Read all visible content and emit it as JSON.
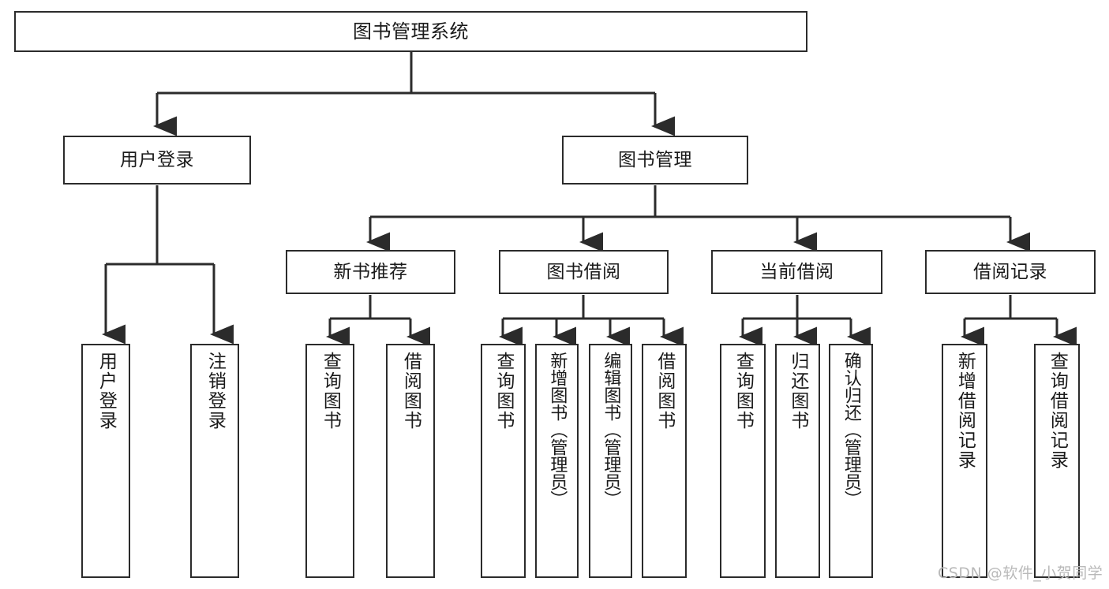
{
  "diagram": {
    "type": "tree-hierarchy",
    "title": "图书管理系统",
    "root": {
      "id": "root",
      "label": "图书管理系统"
    },
    "level1": [
      {
        "id": "user-login",
        "label": "用户登录"
      },
      {
        "id": "book-manage",
        "label": "图书管理"
      }
    ],
    "level2": [
      {
        "id": "new-book-recommend",
        "label": "新书推荐",
        "parent": "book-manage"
      },
      {
        "id": "book-borrow",
        "label": "图书借阅",
        "parent": "book-manage"
      },
      {
        "id": "current-borrow",
        "label": "当前借阅",
        "parent": "book-manage"
      },
      {
        "id": "borrow-record",
        "label": "借阅记录",
        "parent": "book-manage"
      }
    ],
    "leaves": {
      "user_login": [
        {
          "id": "leaf-user-login",
          "label": "用户登录"
        },
        {
          "id": "leaf-logout",
          "label": "注销登录"
        }
      ],
      "new_book_recommend": [
        {
          "id": "leaf-query-book-1",
          "label": "查询图书"
        },
        {
          "id": "leaf-borrow-book-1",
          "label": "借阅图书"
        }
      ],
      "book_borrow": [
        {
          "id": "leaf-query-book-2",
          "label": "查询图书"
        },
        {
          "id": "leaf-add-book",
          "label": "新增图书（管理员）"
        },
        {
          "id": "leaf-edit-book",
          "label": "编辑图书（管理员）"
        },
        {
          "id": "leaf-borrow-book-2",
          "label": "借阅图书"
        }
      ],
      "current_borrow": [
        {
          "id": "leaf-query-book-3",
          "label": "查询图书"
        },
        {
          "id": "leaf-return-book",
          "label": "归还图书"
        },
        {
          "id": "leaf-confirm-return",
          "label": "确认归还（管理员）"
        }
      ],
      "borrow_record": [
        {
          "id": "leaf-add-record",
          "label": "新增借阅记录"
        },
        {
          "id": "leaf-query-record",
          "label": "查询借阅记录"
        }
      ]
    }
  },
  "watermark": {
    "text": "CSDN @软件_小贺同学"
  },
  "colors": {
    "stroke": "#2b2b2b",
    "box_fill": "#ffffff",
    "text": "#1a1a1a",
    "watermark": "#b9b9b9",
    "background": "#ffffff"
  }
}
